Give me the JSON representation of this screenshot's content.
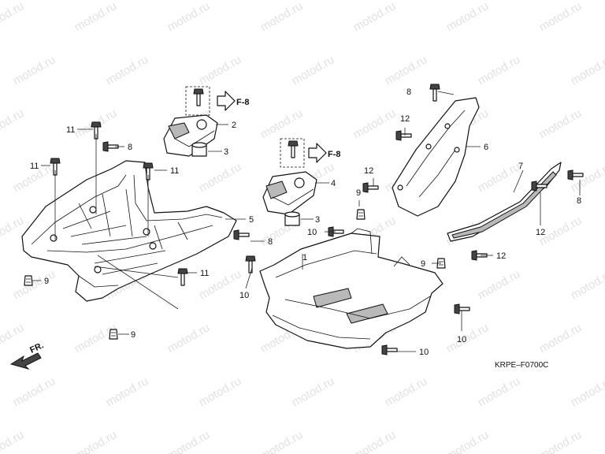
{
  "watermark": "motod.ru",
  "diagram_code": "KRPE–F0700C",
  "front_marker": "FR.",
  "reference_label": "F-8",
  "callouts": {
    "c1": "1",
    "c2": "2",
    "c3a": "3",
    "c3b": "3",
    "c4": "4",
    "c5": "5",
    "c6": "6",
    "c7": "7",
    "c8a": "8",
    "c8b": "8",
    "c8c": "8",
    "c8d": "8",
    "c9a": "9",
    "c9b": "9",
    "c9c": "9",
    "c9d": "9",
    "c10a": "10",
    "c10b": "10",
    "c10c": "10",
    "c10d": "10",
    "c11a": "11",
    "c11b": "11",
    "c11c": "11",
    "c11d": "11",
    "c12a": "12",
    "c12b": "12",
    "c12c": "12",
    "c12d": "12"
  },
  "icons": [
    "bolt-icon",
    "clip-nut-icon",
    "collar-icon",
    "front-arrow-icon",
    "reference-arrow-icon"
  ]
}
